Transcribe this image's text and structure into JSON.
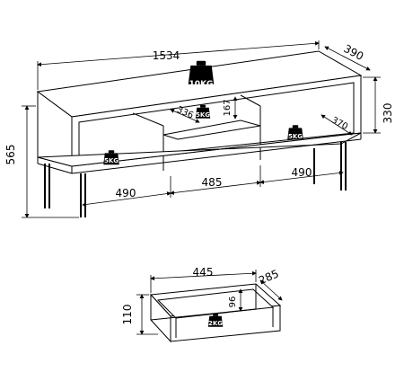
{
  "cabinet": {
    "width": "1534",
    "depth": "390",
    "height_total": "565",
    "height_body": "330",
    "shelf_depth_right": "370",
    "shelf_depth_mid": "336",
    "mid_gap_height": "167",
    "section_left": "490",
    "section_mid": "485",
    "section_right": "490"
  },
  "drawer": {
    "width": "445",
    "depth": "285",
    "height_outer": "110",
    "height_inner": "96"
  },
  "weights": {
    "top": "10KG",
    "shelf_left": "5KG",
    "shelf_mid": "5KG",
    "shelf_right": "5KG",
    "drawer": "2KG"
  },
  "icons": [
    "weight-icon"
  ]
}
